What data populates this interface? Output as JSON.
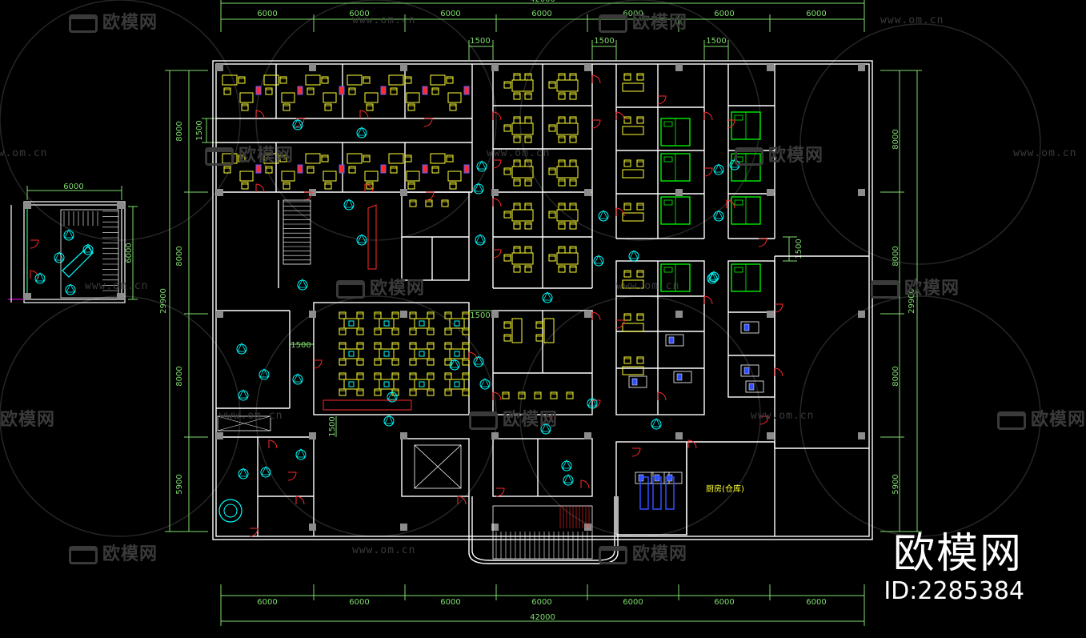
{
  "dimensions": {
    "top_overall": "42000",
    "bottom_overall": "42000",
    "top_bays": [
      "6000",
      "6000",
      "6000",
      "6000",
      "6000",
      "6000",
      "6000"
    ],
    "bottom_bays": [
      "6000",
      "6000",
      "6000",
      "6000",
      "6000",
      "6000",
      "6000"
    ],
    "corridor_widths": [
      "1500",
      "1500",
      "1500"
    ],
    "left_spans": [
      "8000",
      "8000",
      "8000",
      "5900"
    ],
    "left_sub": "1500",
    "left_overall": "29900",
    "right_spans": [
      "8000",
      "8000",
      "8000",
      "5900"
    ],
    "right_sub": "1500",
    "right_overall": "29900",
    "inner_dims": [
      "1500",
      "1500",
      "1500"
    ],
    "annex_width": "6000",
    "annex_height": "6000"
  },
  "room_labels": {
    "kitchen": "厨房(仓库)"
  },
  "watermark": {
    "logo_text": "欧模网",
    "url_text": "www.om.cn"
  },
  "brand": {
    "name": "欧模网",
    "id": "ID:2285384"
  },
  "colors": {
    "wall": "#ffffff",
    "dimension": "#7fdc6e",
    "furniture": "#ffff33",
    "door": "#ff2a2a",
    "marker": "#00ffff",
    "bed": "#00ff00",
    "column": "#8c8c8c",
    "background": "#000000"
  }
}
